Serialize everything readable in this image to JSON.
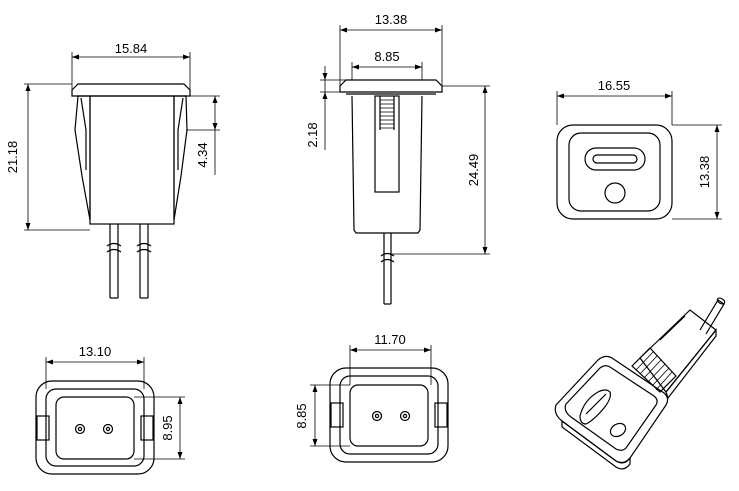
{
  "dimensions": {
    "front_width": "15.84",
    "front_height": "21.18",
    "front_step": "4.34",
    "side_width": "13.38",
    "side_inner": "8.85",
    "side_step": "2.18",
    "side_height": "24.49",
    "top_width": "16.55",
    "top_height": "13.38",
    "bottom_left_width": "13.10",
    "bottom_left_height": "8.95",
    "bottom_mid_width": "11.70",
    "bottom_mid_height": "8.85"
  }
}
